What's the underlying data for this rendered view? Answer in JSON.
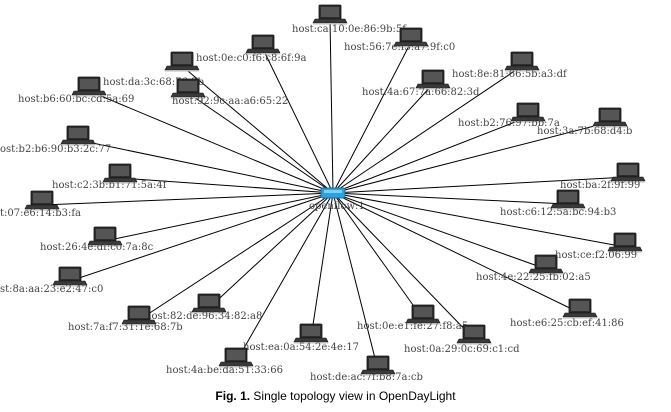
{
  "switch": {
    "label": "openflow:1"
  },
  "hosts": [
    {
      "label": "host:ca:10:0e:86:9b:5f"
    },
    {
      "label": "host:0e:c0:f6:c8:6f:9a"
    },
    {
      "label": "host:56:7e:f3:a7:9f:c0"
    },
    {
      "label": "host:da:3c:68:76:2b"
    },
    {
      "label": "host:b6:60:bc:cd:5a:69"
    },
    {
      "label": "host:92:9c:aa:a6:65:22"
    },
    {
      "label": "host:8e:81:66:5b:a3:df"
    },
    {
      "label": "host:4a:67:7a:66:82:3d"
    },
    {
      "label": "host:b2:76:97:bb:7a"
    },
    {
      "label": "host:3a:7b:68:d4:b"
    },
    {
      "label": "ost:b2:b6:90:b3:2c:77"
    },
    {
      "label": "host:c2:3b:b1:71:5a:4f"
    },
    {
      "label": "host:ba:2f:9f:99"
    },
    {
      "label": "t:07:e6:14:b3:fa"
    },
    {
      "label": "host:c6:12:5a:bc:94:b3"
    },
    {
      "label": "host:26:4e:df:c0:7a:8c"
    },
    {
      "label": "host:ce:f2:06:99"
    },
    {
      "label": "st:8a:aa:23:e2:47:c0"
    },
    {
      "label": "host:4e:22:25:fb:02:a5"
    },
    {
      "label": "host:82:de:96:34:82:a8"
    },
    {
      "label": "host:7a:f7:31:1e:68:7b"
    },
    {
      "label": "host:e6:25:cb:ef:41:86"
    },
    {
      "label": "host:0e:e1:fe:27:f8:a5"
    },
    {
      "label": "host:0a:29:0c:69:c1:cd"
    },
    {
      "label": "host:ea:0a:54:2e:4e:17"
    },
    {
      "label": "host:4a:be:da:51:33:66"
    },
    {
      "label": "host:de:ac:7f:b8:7a:cb"
    }
  ],
  "caption": {
    "prefix": "Fig. 1.",
    "text": " Single topology view in OpenDayLight"
  }
}
